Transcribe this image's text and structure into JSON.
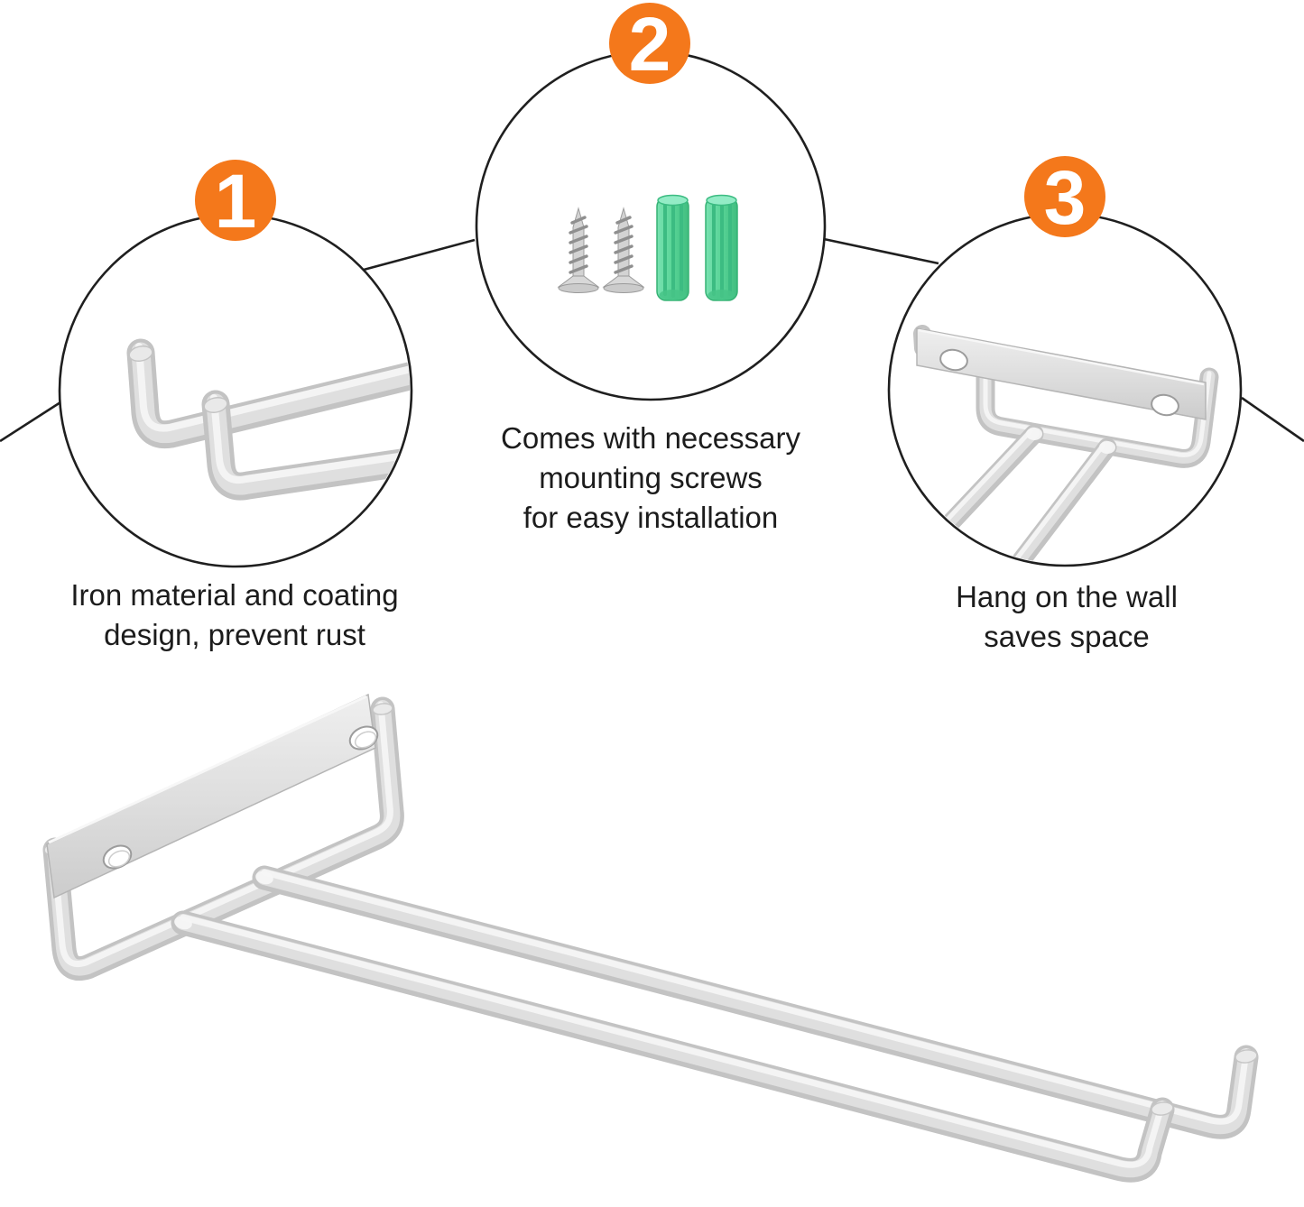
{
  "page": {
    "background": "#ffffff",
    "description_visible_elements": "three numbered feature circles with product close-ups and captions above a large product photo of a wall-mounted wire stemware rack"
  },
  "colors": {
    "badge": "#f4781b",
    "badge-text": "#ffffff",
    "line": "#1f1f1f",
    "text": "#1c1c1c",
    "metal-dark": "#c3c3c3",
    "metal-mid": "#dfdfdf",
    "metal-light": "#f4f4f4",
    "anchor-green": "#58d496",
    "anchor-green-dark": "#3cbc82"
  },
  "callouts": [
    {
      "number": "1",
      "caption": "Iron material and coating\ndesign, prevent rust"
    },
    {
      "number": "2",
      "caption": "Comes with necessary\nmounting screws\nfor easy installation"
    },
    {
      "number": "3",
      "caption": "Hang on the wall\nsaves space"
    }
  ]
}
